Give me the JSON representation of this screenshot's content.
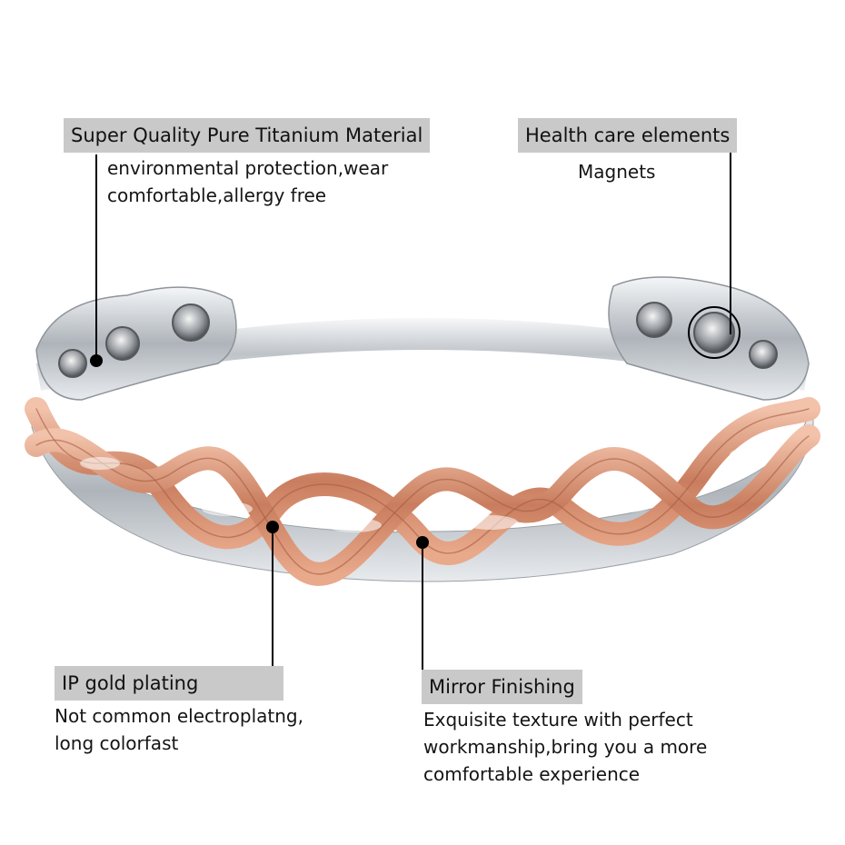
{
  "callouts": {
    "material": {
      "title": "Super Quality Pure Titanium Material",
      "lines": [
        "environmental protection,wear",
        "comfortable,allergy free"
      ]
    },
    "health": {
      "title": "Health care elements",
      "lines": [
        "Magnets"
      ]
    },
    "plating": {
      "title": "IP gold plating",
      "lines": [
        "Not common electroplatng,",
        "long colorfast"
      ]
    },
    "finish": {
      "title": "Mirror Finishing",
      "lines": [
        "Exquisite texture with perfect",
        "workmanship,bring you a more",
        "comfortable experience"
      ]
    }
  },
  "colors": {
    "label_bg": "#c9c9c9",
    "rose_gold": "#d9967a",
    "silver": "#c8cdd2"
  }
}
